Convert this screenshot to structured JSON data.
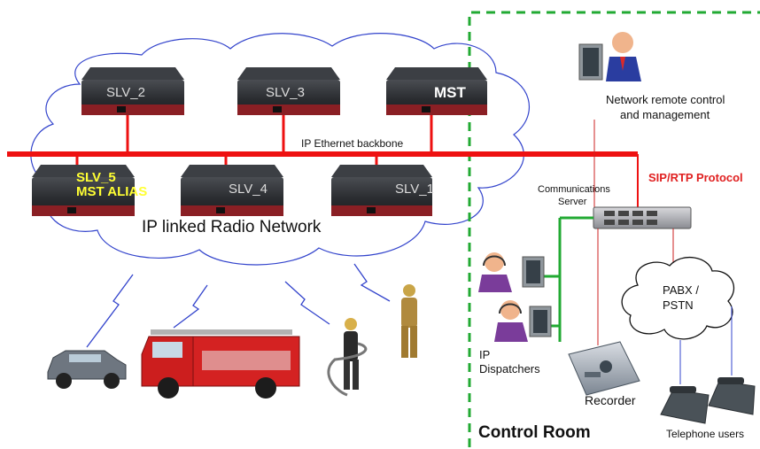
{
  "network": {
    "radios": [
      {
        "label": "SLV_2"
      },
      {
        "label": "SLV_3"
      },
      {
        "label": "MST"
      },
      {
        "label": "SLV_5"
      },
      {
        "label": "MST ALIAS"
      },
      {
        "label": "SLV_4"
      },
      {
        "label": "SLV_1"
      }
    ],
    "backbone_label": "IP Ethernet backbone",
    "cloud_label": "IP linked Radio Network"
  },
  "control_room": {
    "title": "Control Room",
    "remote_label_line1": "Network remote control",
    "remote_label_line2": "and management",
    "protocol_label": "SIP/RTP Protocol",
    "server_label_line1": "Communications",
    "server_label_line2": "Server",
    "pabx_line1": "PABX /",
    "pabx_line2": "PSTN",
    "dispatchers_line1": "IP",
    "dispatchers_line2": "Dispatchers",
    "recorder_label": "Recorder",
    "phones_label": "Telephone users"
  },
  "colors": {
    "backbone": "#ee1111",
    "protocol_text": "#e02020",
    "green_dash": "#22aa33",
    "green_link": "#22aa33",
    "cloud": "#3344cc",
    "radio_body": "#8a1f24"
  }
}
